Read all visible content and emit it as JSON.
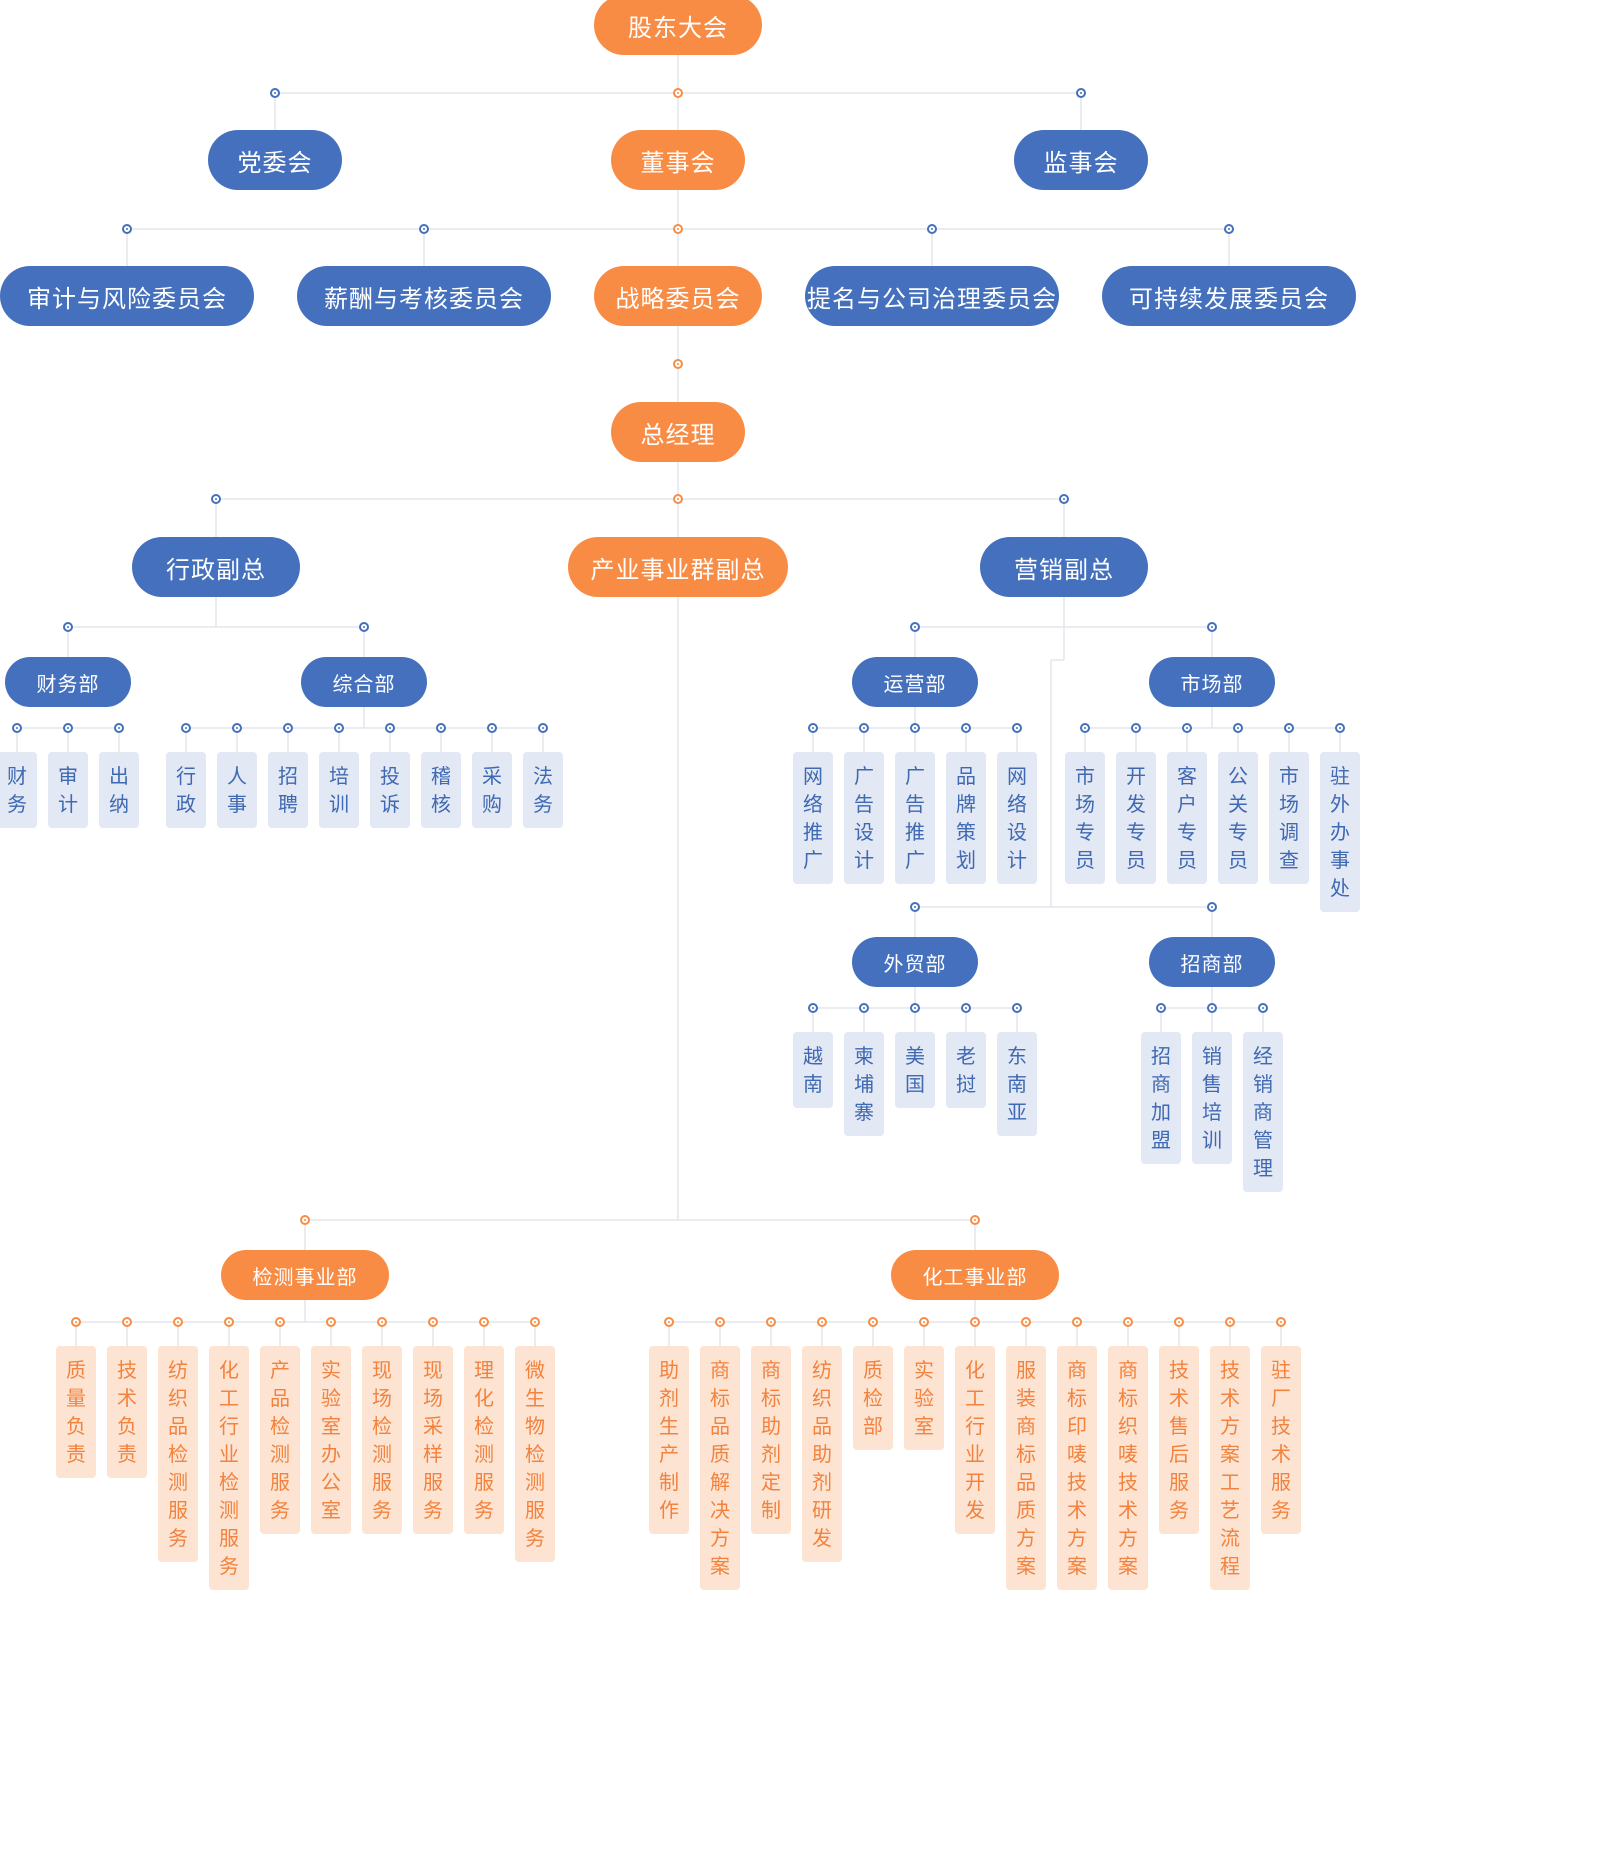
{
  "colors": {
    "blue": "#4470bd",
    "orange": "#f98c44",
    "leaf_blue_bg": "#e2e8f4",
    "leaf_orange_bg": "#fde4d2",
    "line": "#e2e6ec"
  },
  "org": {
    "shareholders": "股东大会",
    "party_committee": "党委会",
    "board": "董事会",
    "supervisors": "监事会",
    "committees": [
      "审计与风险委员会",
      "薪酬与考核委员会",
      "战略委员会",
      "提名与公司治理委员会",
      "可持续发展委员会"
    ],
    "general_manager": "总经理",
    "vp_admin": "行政副总",
    "vp_industry": "产业事业群副总",
    "vp_marketing": "营销副总",
    "finance_dept": {
      "name": "财务部",
      "items": [
        "财务",
        "审计",
        "出纳"
      ]
    },
    "general_dept": {
      "name": "综合部",
      "items": [
        "行政",
        "人事",
        "招聘",
        "培训",
        "投诉",
        "稽核",
        "采购",
        "法务"
      ]
    },
    "operations_dept": {
      "name": "运营部",
      "items": [
        "网络推广",
        "广告设计",
        "广告推广",
        "品牌策划",
        "网络设计"
      ]
    },
    "market_dept": {
      "name": "市场部",
      "items": [
        "市场专员",
        "开发专员",
        "客户专员",
        "公关专员",
        "市场调查",
        "驻外办事处"
      ]
    },
    "trade_dept": {
      "name": "外贸部",
      "items": [
        "越南",
        "柬埔寨",
        "美国",
        "老挝",
        "东南亚"
      ]
    },
    "investment_dept": {
      "name": "招商部",
      "items": [
        "招商加盟",
        "销售培训",
        "经销商管理"
      ]
    },
    "testing_division": {
      "name": "检测事业部",
      "items": [
        "质量负责",
        "技术负责",
        "纺织品检测服务",
        "化工行业检测服务",
        "产品检测服务",
        "实验室办公室",
        "现场检测服务",
        "现场采样服务",
        "理化检测服务",
        "微生物检测服务"
      ]
    },
    "chemical_division": {
      "name": "化工事业部",
      "items": [
        "助剂生产制作",
        "商标品质解决方案",
        "商标助剂定制",
        "纺织品助剂研发",
        "质检部",
        "实验室",
        "化工行业开发",
        "服装商标品质方案",
        "商标印唛技术方案",
        "商标织唛技术方案",
        "技术售后服务",
        "技术方案工艺流程",
        "驻厂技术服务"
      ]
    }
  }
}
